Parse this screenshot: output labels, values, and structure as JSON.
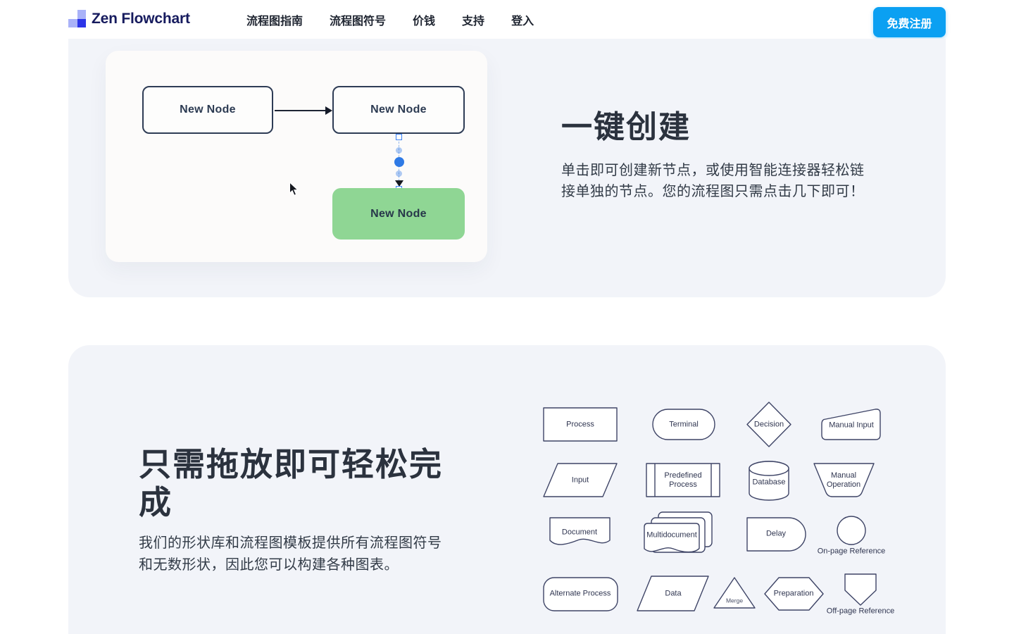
{
  "nav": {
    "brand": "Zen Flowchart",
    "links": [
      "流程图指南",
      "流程图符号",
      "价钱",
      "支持",
      "登入"
    ],
    "cta_label": "免费注册"
  },
  "section_create": {
    "heading": "一键创建",
    "body": "单击即可创建新节点，或使用智能连接器轻松链接单独的节点。您的流程图只需点击几下即可！",
    "diagram_nodes": {
      "left": "New Node",
      "right": "New Node",
      "bottom": "New Node"
    }
  },
  "section_shapes": {
    "heading": "只需拖放即可轻松完成",
    "body": "我们的形状库和流程图模板提供所有流程图符号和无数形状，因此您可以构建各种图表。",
    "shapes": [
      "Process",
      "Terminal",
      "Decision",
      "Manual Input",
      "Input",
      "Predefined Process",
      "Database",
      "Manual Operation",
      "Document",
      "Multidocument",
      "Delay",
      "On-page Reference",
      "Alternate Process",
      "Data",
      "Merge",
      "Preparation",
      "Off-page Reference"
    ]
  },
  "colors": {
    "cta_blue": "#0ba0f2",
    "node_green": "#8fd694",
    "panel_bg": "#f2f4f9",
    "logo_light": "#a9b2f8",
    "logo_dark": "#2c35e8",
    "connector_blue": "#2f7ae5",
    "shape_stroke": "#3e4466",
    "heading_text": "#2b323e"
  }
}
